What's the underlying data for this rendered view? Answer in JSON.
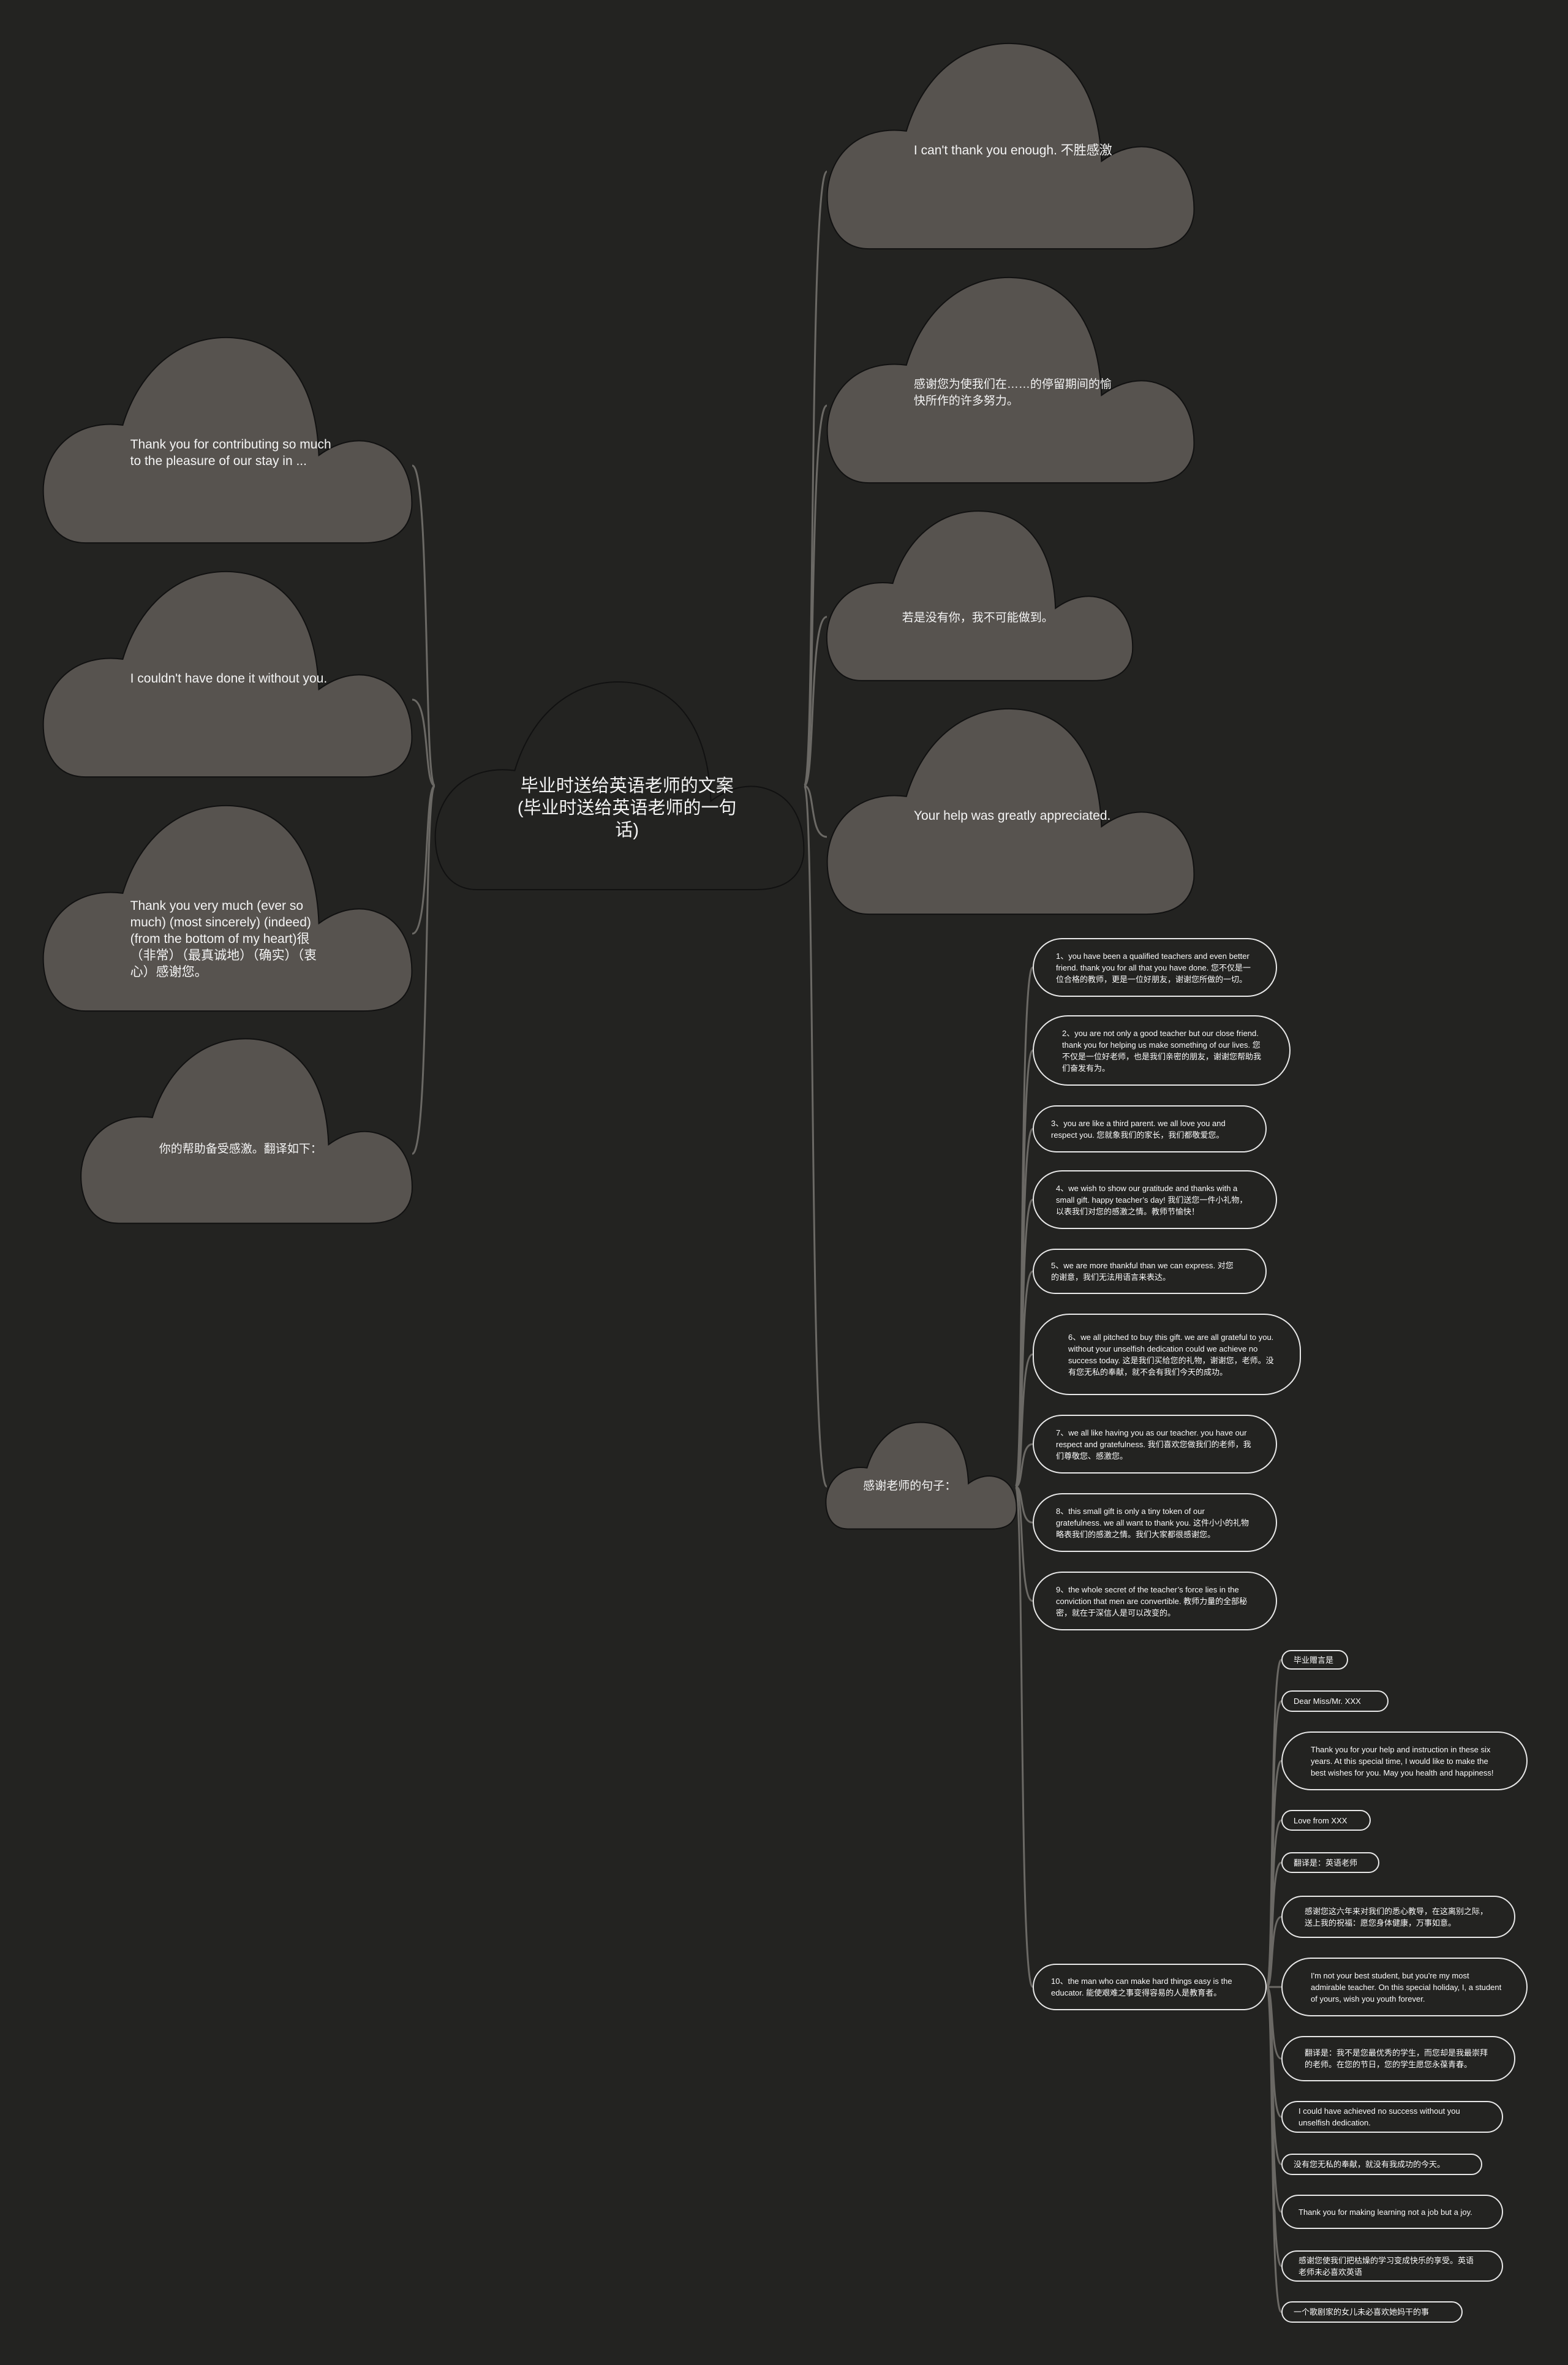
{
  "root": {
    "title": "毕业时送给英语老师的文案(毕业时送给英语老师的一句话)"
  },
  "left_nodes": [
    {
      "text": "Thank you for contributing so much to the pleasure of our stay in ..."
    },
    {
      "text": "I couldn't have done it without you."
    },
    {
      "text": "Thank you very much (ever so much) (most sincerely) (indeed) (from the bottom of my heart)很（非常）（最真诚地）（确实）（衷心）感谢您。"
    },
    {
      "text": "你的帮助备受感激。翻译如下："
    }
  ],
  "right_nodes": [
    {
      "text": "I can't thank you enough. 不胜感激"
    },
    {
      "text": "感谢您为使我们在……的停留期间的愉快所作的许多努力。"
    },
    {
      "text": "若是没有你，我不可能做到。"
    },
    {
      "text": "Your help was greatly appreciated."
    },
    {
      "text": "感谢老师的句子："
    }
  ],
  "sentences": [
    {
      "text": "1、you have been a qualified teachers and even better friend. thank you for all that you have done. 您不仅是一位合格的教师，更是一位好朋友，谢谢您所做的一切。"
    },
    {
      "text": "2、you are not only a good teacher but our close friend. thank you for helping us make something of our lives. 您不仅是一位好老师，也是我们亲密的朋友，谢谢您帮助我们奋发有为。"
    },
    {
      "text": "3、you are like a third parent. we all love you and respect you. 您就象我们的家长，我们都敬爱您。"
    },
    {
      "text": "4、we wish to show our gratitude and thanks with a small gift. happy teacher’s day! 我们送您一件小礼物，以表我们对您的感激之情。教师节愉快！"
    },
    {
      "text": "5、we are more thankful than we can express. 对您的谢意，我们无法用语言来表达。"
    },
    {
      "text": "6、we all pitched to buy this gift. we are all grateful to you. without your unselfish dedication could we achieve no success today. 这是我们买给您的礼物，谢谢您，老师。没有您无私的奉献，就不会有我们今天的成功。"
    },
    {
      "text": "7、we all like having you as our teacher. you have our respect and gratefulness. 我们喜欢您做我们的老师，我们尊敬您、感激您。"
    },
    {
      "text": "8、this small gift is only a tiny token of our gratefulness. we all want to thank you. 这件小小的礼物略表我们的感激之情。我们大家都很感谢您。"
    },
    {
      "text": "9、the whole secret of the teacher’s force lies in the conviction that men are convertible. 教师力量的全部秘密，就在于深信人是可以改变的。"
    },
    {
      "text": "10、the man who can make hard things easy is the educator. 能使艰难之事变得容易的人是教育者。"
    }
  ],
  "sub_items": [
    {
      "text": "毕业赠言是"
    },
    {
      "text": "Dear Miss/Mr. XXX"
    },
    {
      "text": "Thank you for your help and instruction in these six years. At this special time, I would like to make the best wishes for you. May you health and happiness!"
    },
    {
      "text": "Love from XXX"
    },
    {
      "text": "翻译是：英语老师"
    },
    {
      "text": "感谢您这六年来对我们的悉心教导，在这离别之际，送上我的祝福：愿您身体健康，万事如意。"
    },
    {
      "text": "I'm not your best student, but you're my most admirable teacher. On this special holiday, I, a student of yours, wish you youth forever."
    },
    {
      "text": "翻译是：我不是您最优秀的学生，而您却是我最崇拜的老师。在您的节日，您的学生愿您永葆青春。"
    },
    {
      "text": "I could have achieved no success without you unselfish dedication."
    },
    {
      "text": "没有您无私的奉献，就没有我成功的今天。"
    },
    {
      "text": "Thank you for making learning not a job but a joy."
    },
    {
      "text": "感谢您使我们把枯燥的学习变成快乐的享受。英语老师未必喜欢英语"
    },
    {
      "text": "一个歌剧家的女儿未必喜欢她妈干的事"
    }
  ],
  "colors": {
    "background": "#232321",
    "cloud_fill": "#57534f",
    "root_fill": "#232321",
    "pill_border": "#e8e8e8",
    "link": "#6b6965"
  }
}
